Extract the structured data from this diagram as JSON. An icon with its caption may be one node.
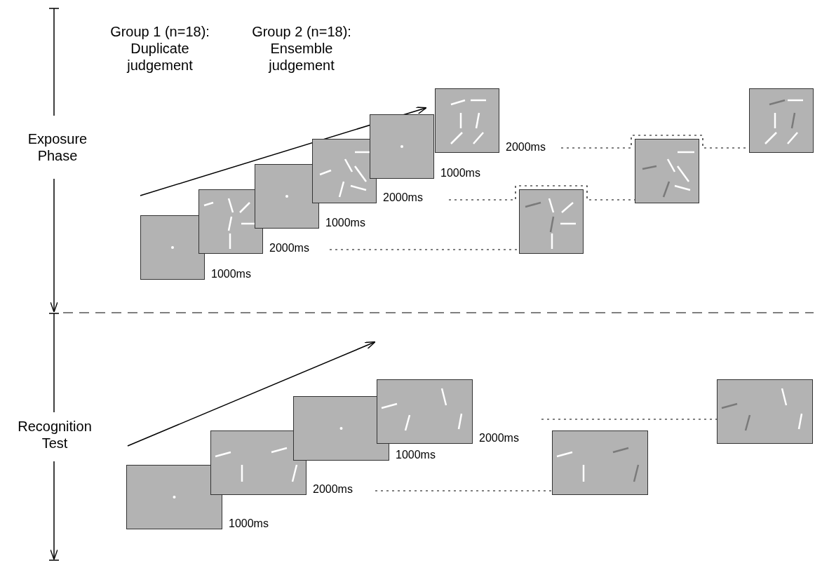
{
  "diagram": {
    "nodes": [
      {
        "text": [],
        "shape": "box",
        "beside": [
          "1000ms"
        ]
      },
      {
        "text": [],
        "shape": "box",
        "beside": [
          "2000ms"
        ]
      },
      {
        "text": [],
        "shape": "box",
        "beside": [
          "1000ms"
        ]
      },
      {
        "text": [],
        "shape": "box",
        "beside": [
          "2000ms"
        ]
      },
      {
        "text": [],
        "shape": "box",
        "beside": [
          "1000ms"
        ]
      },
      {
        "text": [],
        "shape": "box",
        "beside": [
          "2000ms"
        ]
      },
      {
        "text": [],
        "shape": "box"
      },
      {
        "text": [],
        "shape": "box"
      },
      {
        "text": [],
        "shape": "box"
      },
      {
        "text": [],
        "shape": "box",
        "beside": [
          "1000ms"
        ]
      },
      {
        "text": [],
        "shape": "box",
        "beside": [
          "2000ms"
        ]
      },
      {
        "text": [],
        "shape": "box",
        "beside": [
          "1000ms"
        ]
      },
      {
        "text": [],
        "shape": "box",
        "beside": [
          "2000ms"
        ]
      },
      {
        "text": [],
        "shape": "box"
      },
      {
        "text": [],
        "shape": "box"
      }
    ],
    "edges": [
      {
        "from": 1,
        "to": 6,
        "arrow": "none",
        "style": "dashed"
      },
      {
        "from": 3,
        "to": 7,
        "arrow": "none",
        "style": "dashed"
      },
      {
        "from": 5,
        "to": 8,
        "arrow": "none",
        "style": "dashed"
      },
      {
        "from": 10,
        "to": 13,
        "arrow": "none",
        "style": "dashed"
      },
      {
        "from": 12,
        "to": 14,
        "arrow": "none",
        "style": "dashed"
      }
    ],
    "labels": [
      "Group 1 (n=18): Duplicate judgement",
      "Group 2 (n=18): Ensemble judgement",
      "Exposure Phase",
      "Recognition Test"
    ]
  }
}
